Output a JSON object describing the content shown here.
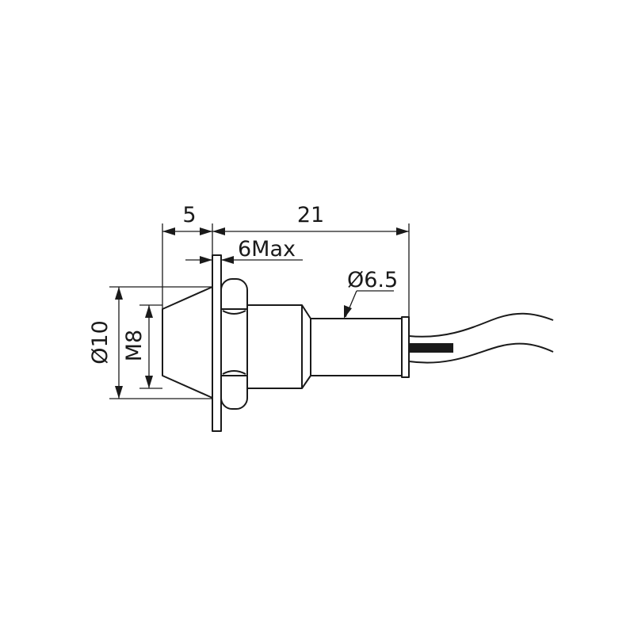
{
  "dimensions": {
    "front_length": "5",
    "body_length": "21",
    "panel_thickness": "6Max",
    "body_diameter": "Ø6.5",
    "flange_diameter": "Ø10",
    "thread": "M8"
  },
  "colors": {
    "line": "#1a1a1a",
    "background": "#ffffff"
  }
}
